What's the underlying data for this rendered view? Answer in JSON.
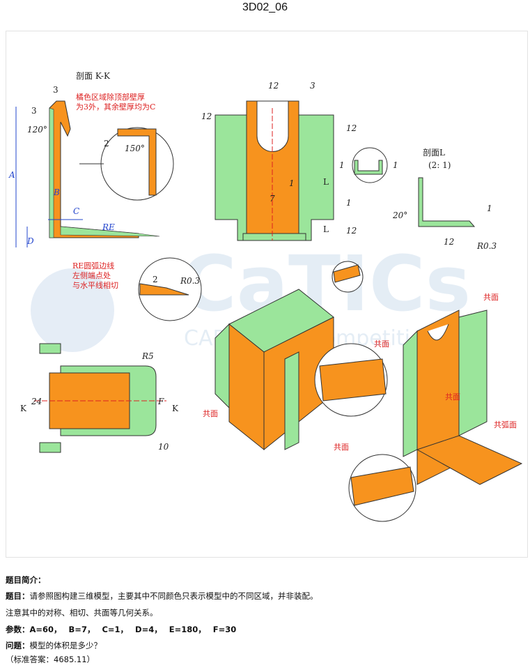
{
  "title": "3D02_06",
  "drawing": {
    "section_kk": "剖面 K-K",
    "section_l": "剖面L",
    "section_l_scale": "(2: 1)",
    "note_orange": [
      "橘色区域除顶部壁厚",
      "为3外，其余壁厚均为C"
    ],
    "note_re": [
      "RE圆弧边线",
      "左侧端点处",
      "与水平线相切"
    ],
    "dims": {
      "d3": "3",
      "d12": "12",
      "d1": "1",
      "d7": "7",
      "d2": "2",
      "d24": "24",
      "d10": "10",
      "a120": "120°",
      "a150": "150°",
      "a20": "20°",
      "r03": "R0.3",
      "r5": "R5",
      "lA": "A",
      "lB": "B",
      "lC": "C",
      "lD": "D",
      "lE": "RE",
      "lF": "F",
      "lK": "K",
      "lL": "L"
    },
    "shared": "共面",
    "shared_arc": "共弧面",
    "watermark": "CaTICs",
    "watermark_sub": "CAD design competition"
  },
  "info": {
    "heading": "题目简介：",
    "q_label": "题目：",
    "q_text": "请参照图构建三维模型，主要其中不同颜色只表示模型中的不同区域，并非装配。",
    "note": "注意其中的对称、相切、共面等几何关系。",
    "params_label": "参数：",
    "params": "A=60，  B=7，  C=1，  D=4，  E=180，  F=30",
    "ask_label": "问题：",
    "ask_text": "模型的体积是多少？",
    "answer": "（标准答案：4685.11）"
  },
  "colors": {
    "orange": "#f7931e",
    "green": "#9be59b",
    "red": "#d22222",
    "blue": "#2244cc"
  }
}
